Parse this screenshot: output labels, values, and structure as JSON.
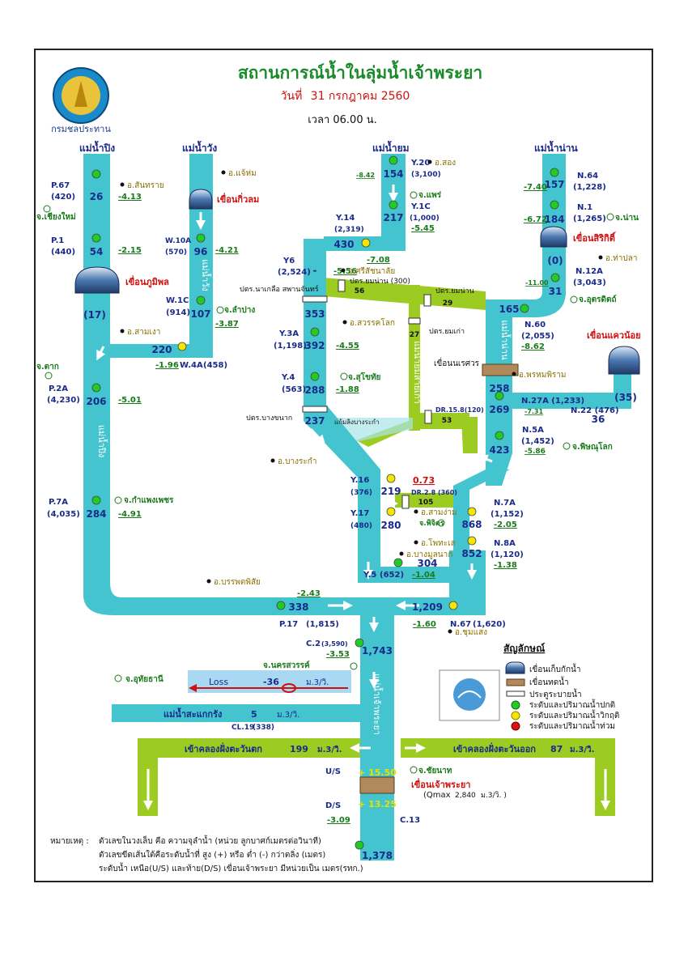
{
  "header": {
    "title": "สถานการณ์น้ำในลุ่มน้ำเจ้าพระยา",
    "date_label": "วันที่",
    "date_value": "31 กรกฎาคม 2560",
    "time": "เวลา 06.00 น.",
    "logo_text": "กรมชลประทาน"
  },
  "rivers": {
    "ping": "แม่น้ำปิง",
    "wang": "แม่น้ำวัง",
    "yom": "แม่น้ำยม",
    "nan": "แม่น้ำน่าน",
    "ping_body": "แม่น้ำปิง",
    "wang_body": "แม่น้ำวัง",
    "yom_body": "แม่น้ำยมสายเก่า",
    "nan_body": "แม่น้ำน่าน",
    "chao_body": "แม่น้ำเจ้าพระยา",
    "sakae": "แม่น้ำสะแกกรัง"
  },
  "dams": {
    "bhumibol": "เขื่อนภูมิพล",
    "kiu_lom": "เขื่อนกิ่วลม",
    "sirikit": "เขื่อนสิริกิติ์",
    "khwae_noi": "เขื่อนแควน้อย",
    "naresuan": "เขื่อนนเรศวร",
    "chao_phraya": "เขื่อนเจ้าพระยา"
  },
  "flows": {
    "bhumibol_out": "(17)",
    "sirikit_out": "(0)",
    "khwae_noi_out": "(35)",
    "ping_p67": "26",
    "ping_p1": "54",
    "wang_w10a": "96",
    "wang_w1c": "107",
    "wang_w4a": "220",
    "ping_p2a": "206",
    "ping_p7a": "284",
    "ping_p17": "338",
    "yom_y20": "154",
    "yom_y1c": "217",
    "yom_y14": "430",
    "yom_y6": "-",
    "yom_353": "353",
    "yom_y3a": "392",
    "yom_y4": "288",
    "yom_237": "237",
    "yom_y16": "219",
    "yom_y17": "280",
    "yom_y5": "304",
    "nan_n64": "157",
    "nan_n1": "184",
    "nan_n12a": "31",
    "nan_n60": "165",
    "nan_258": "258",
    "nan_269": "269",
    "nan_n22": "36",
    "nan_n5a": "423",
    "nan_n7a": "868",
    "nan_n8a": "852",
    "nan_n67": "1,209",
    "cp_c2": "1,743",
    "cp_c13": "1,378",
    "canal_56": "56",
    "canal_29": "29",
    "canal_27": "27",
    "canal_53": "53",
    "canal_105": "105",
    "canal_0_73": "0.73"
  },
  "stations": {
    "p67": "P.67",
    "p67_cap": "(420)",
    "p1": "P.1",
    "p1_cap": "(440)",
    "w10a": "W.10A",
    "w10a_cap": "(570)",
    "w1c": "W.1C",
    "w1c_cap": "(914)",
    "w4a": "W.4A",
    "w4a_cap": "(458)",
    "p2a": "P.2A",
    "p2a_cap": "(4,230)",
    "p7a": "P.7A",
    "p7a_cap": "(4,035)",
    "p17": "P.17",
    "p17_cap": "(1,815)",
    "y20": "Y.20",
    "y20_cap": "(3,100)",
    "y1c": "Y.1C",
    "y1c_cap": "(1,000)",
    "y14": "Y.14",
    "y14_cap": "(2,319)",
    "y6": "Y6",
    "y6_cap": "(2,524)",
    "y3a": "Y.3A",
    "y3a_cap": "(1,198)",
    "y4": "Y.4",
    "y4_cap": "(563)",
    "y16": "Y.16",
    "y16_cap": "(376)",
    "y17": "Y.17",
    "y17_cap": "(480)",
    "y5": "Y.5",
    "y5_cap": "(652)",
    "n64": "N.64",
    "n64_cap": "(1,228)",
    "n1": "N.1",
    "n1_cap": "(1,265)",
    "n12a": "N.12A",
    "n12a_cap": "(3,043)",
    "n60": "N.60",
    "n60_cap": "(2,055)",
    "n27a": "N.27A (1,233)",
    "n22": "N.22 (476)",
    "n5a": "N.5A",
    "n5a_cap": "(1,452)",
    "n7a": "N.7A",
    "n7a_cap": "(1,152)",
    "n8a": "N.8A",
    "n8a_cap": "(1,120)",
    "n67": "N.67",
    "n67_cap": "(1,620)",
    "c2": "C.2",
    "c2_cap": "(3,590)",
    "c13": "C.13",
    "cl19": "CL.19",
    "cl19_cap": "(338)",
    "dr158": "DR.15.8(120)",
    "dr28": "DR.2.8 (360)"
  },
  "levels": {
    "p67": "-4.13",
    "p1": "-2.15",
    "w10a": "-4.21",
    "w1c": "-3.87",
    "w4a": "-1.96",
    "p2a": "-5.01",
    "p7a": "-4.91",
    "p17": "-2.43",
    "y20": "-8.42",
    "y1c": "-5.45",
    "y14": "-7.08",
    "y6": "-5.56",
    "y3a": "-4.55",
    "y4": "-1.88",
    "y5": "-1.04",
    "n64": "-7.40",
    "n1": "-6.72",
    "n12a": "-11.00",
    "n60": "-8.62",
    "n27a": "-7.31",
    "n5a": "-5.86",
    "n7a": "-2.05",
    "n8a": "-1.38",
    "n67": "-1.60",
    "c2": "-3.53",
    "cd": "-3.09"
  },
  "places": {
    "chiangmai": "จ.เชียงใหม่",
    "sanpatong": "อ.สันทราย",
    "jaehom": "อ.แจ้ห่ม",
    "lampang": "จ.ลำปาง",
    "samngao": "อ.สามเงา",
    "tak": "จ.ตาก",
    "kamphaeng": "จ.กำแพงเพชร",
    "banphot": "อ.บรรพตพิสัย",
    "song": "อ.สอง",
    "phrae": "จ.แพร่",
    "srisatchanalai": "อ.ศรีสัชนาลัย",
    "sawankhalok": "อ.สวรรคโลก",
    "sukhothai": "จ.สุโขทัย",
    "bangrakam": "อ.บางระกำ",
    "nan": "จ.น่าน",
    "thapla": "อ.ท่าปลา",
    "uttaradit": "จ.อุตรดิตถ์",
    "phrom": "อ.พรหมพิราม",
    "phitsanulok": "จ.พิษณุโลก",
    "samngam": "อ.สามง่าม",
    "phichit": "จ.พิจิตร",
    "phothale": "อ.โพทะเล",
    "bangmunnak": "อ.บางมูลนาก",
    "chumsaeng": "อ.ชุมแสง",
    "nakhonsawan": "จ.นครสวรรค์",
    "uthai": "จ.อุทัยธานี",
    "chainat": "จ.ชัยนาท"
  },
  "gates": {
    "g1": "ปตร.นาเกลือ สพานจันทร์",
    "g2": "ปตร.ยมน่าน (300)",
    "g3": "ปตร.ยมน่าน",
    "g4": "ปตร.ยมเก่า",
    "g5": "ปตร.บางขนาก",
    "g6": "แก้มลิงบางระกำ",
    "g7": "เขื่อนนเรศวร"
  },
  "loss": {
    "label": "Loss",
    "value": "-36",
    "unit": "ม.3/วิ."
  },
  "sakae": {
    "value": "5",
    "unit": "ม.3/วิ."
  },
  "canals": {
    "west_label": "เข้าคลองฝั่งตะวันตก",
    "west_value": "199",
    "west_unit": "ม.3/วิ.",
    "east_label": "เข้าคลองฝั่งตะวันออก",
    "east_value": "87",
    "east_unit": "ม.3/วิ."
  },
  "barrage": {
    "us_label": "U/S",
    "us_value": "+ 15.50",
    "ds_label": "D/S",
    "ds_value": "+ 13.25",
    "qmax_label": "(Qmax",
    "qmax_value": "2,840",
    "qmax_unit": "ม.3/วิ. )"
  },
  "legend": {
    "title": "สัญลักษณ์",
    "items": [
      "เขื่อนเก็บกักน้ำ",
      "เขื่อนทดน้ำ",
      "ประตูระบายน้ำ",
      "ระดับและปริมาณน้ำปกติ",
      "ระดับและปริมาณน้ำวิกฤติ",
      "ระดับและปริมาณน้ำท่วม"
    ],
    "colors": {
      "normal": "#22cc22",
      "critical": "#f5e600",
      "flood": "#dd1111"
    }
  },
  "notes": {
    "label": "หมายเหตุ :",
    "line1": "ตัวเลขในวงเล็บ คือ ความจุลำน้ำ (หน่วย ลูกบาศก์เมตรต่อวินาที)",
    "line2": "ตัวเลขขีดเส้นใต้คือระดับน้ำที่ สูง (+) หรือ ต่ำ (-) กว่าตลิ่ง (เมตร)",
    "line3": "ระดับน้ำ เหนือ(U/S) และท้าย(D/S) เขื่อนเจ้าพระยา มีหน่วยเป็น เมตร(รทก.)"
  },
  "colors": {
    "river": "#44c4cf",
    "canal": "#9ccc22",
    "title": "#1a8a2a",
    "date": "#d01010",
    "station": "#1a2a8a",
    "level": "#1a7a1a",
    "dam_label": "#d01010"
  }
}
